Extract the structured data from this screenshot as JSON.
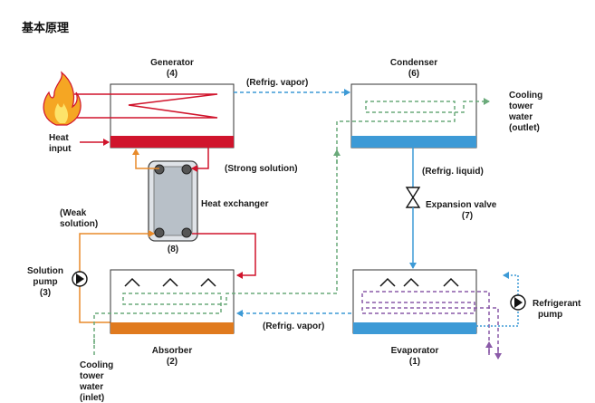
{
  "heading": "基本原理",
  "components": {
    "generator": {
      "name": "Generator",
      "number": "(4)"
    },
    "condenser": {
      "name": "Condenser",
      "number": "(6)"
    },
    "absorber": {
      "name": "Absorber",
      "number": "(2)"
    },
    "evaporator": {
      "name": "Evaporator",
      "number": "(1)"
    },
    "heat_exchanger": {
      "name": "Heat exchanger",
      "number": "(8)"
    },
    "expansion_valve": {
      "name": "Expansion valve",
      "number": "(7)"
    },
    "solution_pump": {
      "line1": "Solution",
      "line2": "pump",
      "number": "(3)"
    },
    "refrigerant_pump": {
      "line1": "Refrigerant",
      "line2": "pump"
    }
  },
  "labels": {
    "refrig_vapor_top": "(Refrig. vapor)",
    "refrig_vapor_bottom": "(Refrig. vapor)",
    "refrig_liquid": "(Refrig. liquid)",
    "strong_solution": "(Strong solution)",
    "weak_solution_line1": "(Weak",
    "weak_solution_line2": "solution)",
    "heat_input_line1": "Heat",
    "heat_input_line2": "input",
    "tower_outlet": [
      "Cooling",
      "tower",
      "water",
      "(outlet)"
    ],
    "tower_inlet": [
      "Cooling",
      "tower",
      "water",
      "(inlet)"
    ]
  },
  "colors": {
    "heat": "#d0142c",
    "weak_solution": "#e88a2a",
    "cooling_water": "#6aaa7a",
    "refrigerant": "#3d9ad6",
    "chilled_water": "#8a5aa8",
    "absorber_sump": "#e07a1e",
    "evaporator_sump": "#3d9ad6"
  }
}
